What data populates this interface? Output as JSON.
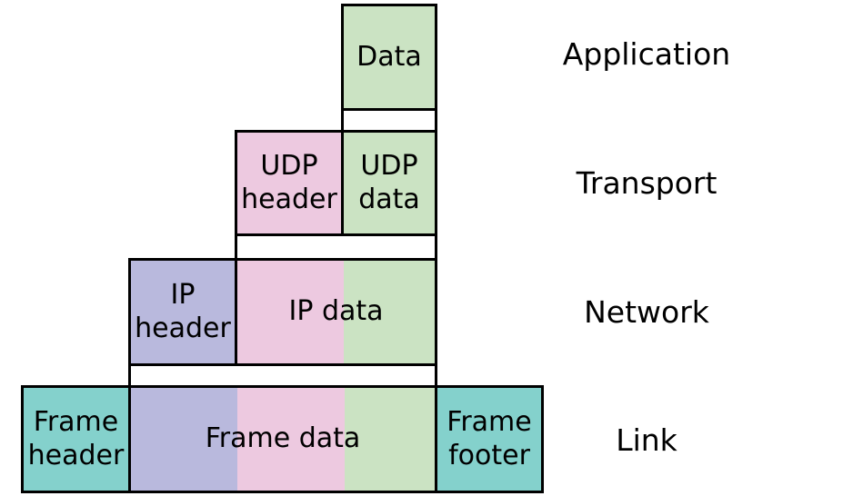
{
  "diagram": {
    "description": "UDP packet encapsulation through protocol stack layers",
    "layers": [
      {
        "name": "Application",
        "boxes": [
          {
            "label": "Data"
          }
        ]
      },
      {
        "name": "Transport",
        "boxes": [
          {
            "label": "UDP header"
          },
          {
            "label": "UDP data"
          }
        ]
      },
      {
        "name": "Network",
        "boxes": [
          {
            "label": "IP header"
          },
          {
            "label": "IP data"
          }
        ]
      },
      {
        "name": "Link",
        "boxes": [
          {
            "label": "Frame header"
          },
          {
            "label": "Frame data"
          },
          {
            "label": "Frame footer"
          }
        ]
      }
    ],
    "colors": {
      "data_green": "#cbe3c3",
      "header_pink": "#edc9e0",
      "ip_lavender": "#b9b9dd",
      "frame_teal": "#84d1cc",
      "border_black": "#000000",
      "background_white": "#ffffff"
    }
  }
}
